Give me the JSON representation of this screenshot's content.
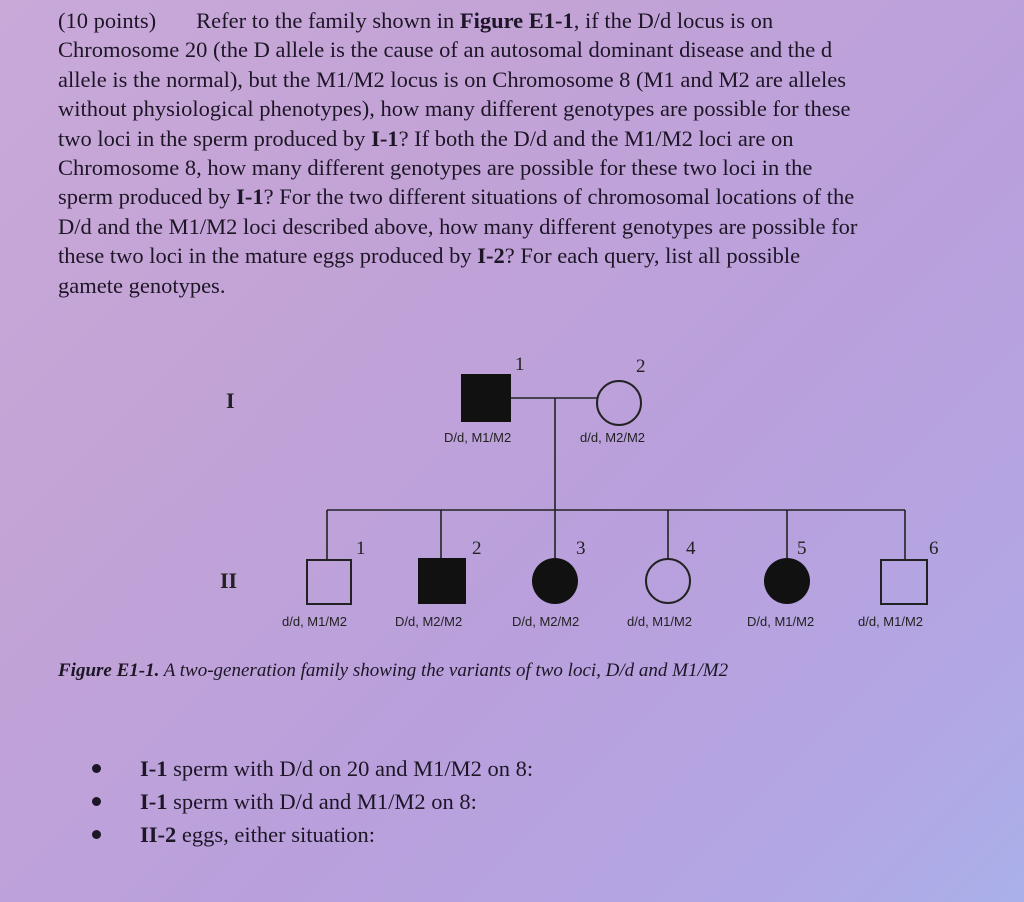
{
  "question": {
    "lines": [
      {
        "a": "(10 points)",
        "b": "Refer to the family shown in ",
        "c": "Figure E1-1",
        "d": ", if the D/d locus is on"
      },
      "Chromosome 20 (the D allele is the cause of an autosomal dominant disease and the d",
      "allele is the normal), but the M1/M2 locus is on Chromosome 8 (M1 and M2 are alleles",
      {
        "a": "without physiological phenotypes), how many different genotypes are possible for these"
      },
      {
        "a": "two loci in the sperm produced by ",
        "b": "I-1",
        "c": "? If both the D/d and the M1/M2 loci are on"
      },
      "Chromosome 8, how many different genotypes are possible for these two loci in the",
      {
        "a": "sperm produced by ",
        "b": "I-1",
        "c": "? For the two different situations of chromosomal locations of the"
      },
      "D/d and the M1/M2 loci described above, how many different genotypes are possible for",
      {
        "a": "these two loci in the mature eggs produced by ",
        "b": "I-2",
        "c": "? For each query, list all possible"
      },
      "gamete genotypes."
    ]
  },
  "pedigree": {
    "gen_I": "I",
    "gen_II": "II",
    "gen1": [
      {
        "num": "1",
        "sex": "male",
        "affected": true,
        "genotype": "D/d, M1/M2"
      },
      {
        "num": "2",
        "sex": "female",
        "affected": false,
        "genotype": "d/d, M2/M2"
      }
    ],
    "gen2": [
      {
        "num": "1",
        "sex": "male",
        "affected": false,
        "genotype": "d/d, M1/M2"
      },
      {
        "num": "2",
        "sex": "male",
        "affected": true,
        "genotype": "D/d, M2/M2"
      },
      {
        "num": "3",
        "sex": "female",
        "affected": true,
        "genotype": "D/d, M2/M2"
      },
      {
        "num": "4",
        "sex": "female",
        "affected": false,
        "genotype": "d/d, M1/M2"
      },
      {
        "num": "5",
        "sex": "female",
        "affected": true,
        "genotype": "D/d, M1/M2"
      },
      {
        "num": "6",
        "sex": "male",
        "affected": false,
        "genotype": "d/d, M1/M2"
      }
    ]
  },
  "caption": {
    "label": "Figure E1-1.",
    "text": " A two-generation family showing the variants of two loci, D/d and M1/M2"
  },
  "bullets": [
    {
      "bold": "I-1",
      "rest": " sperm with D/d on 20 and M1/M2 on 8:"
    },
    {
      "bold": "I-1",
      "rest": " sperm with D/d and M1/M2 on 8:"
    },
    {
      "bold": "II-2",
      "rest": " eggs, either situation:"
    }
  ]
}
